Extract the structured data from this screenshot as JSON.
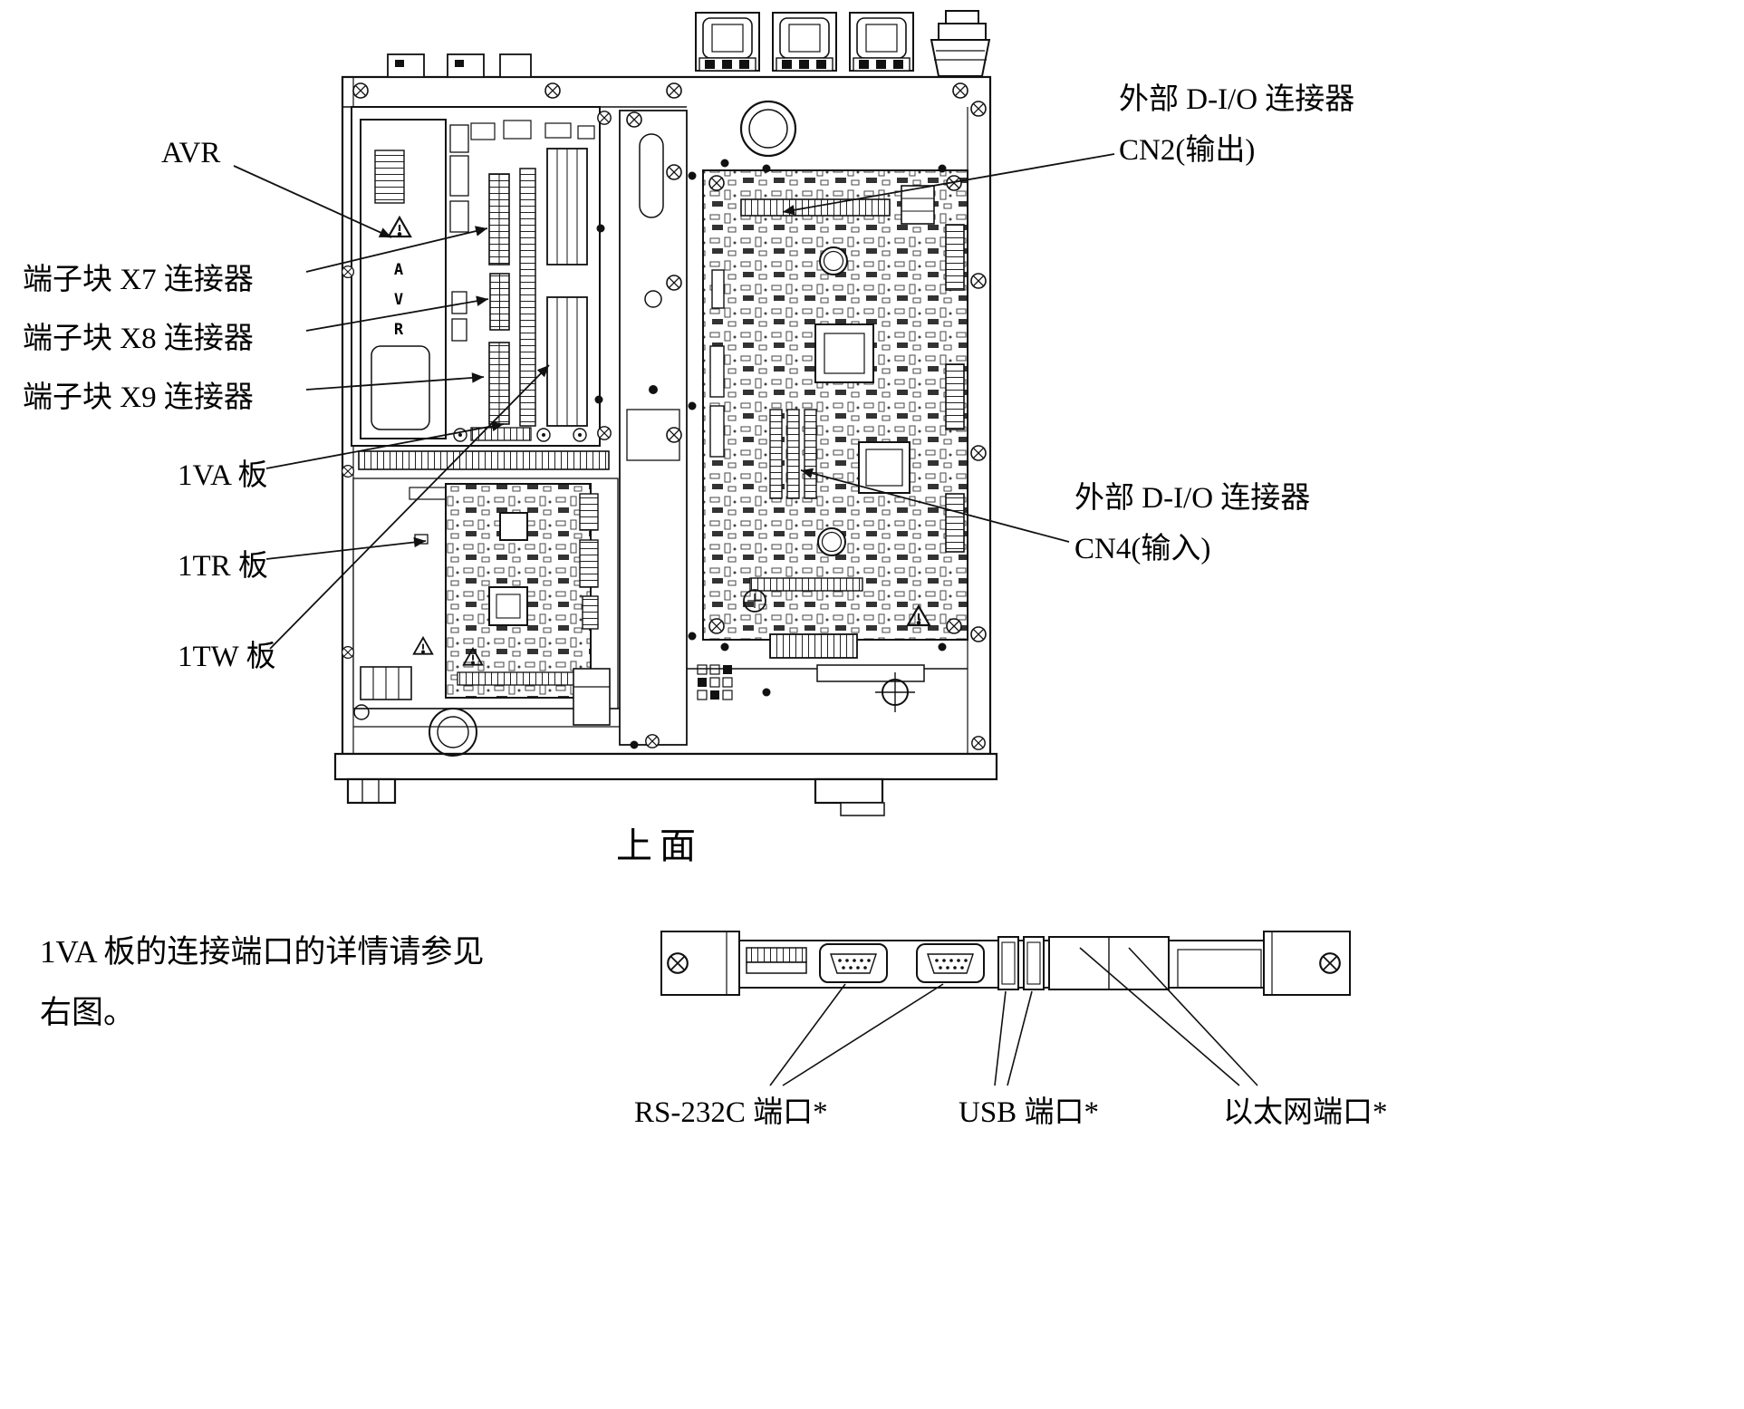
{
  "figure": {
    "caption_top_view": "上面",
    "note_line1": "1VA 板的连接端口的详情请参见",
    "note_line2": "右图。"
  },
  "callouts": {
    "avr": "AVR",
    "x7": "端子块 X7 连接器",
    "x8": "端子块 X8 连接器",
    "x9": "端子块 X9 连接器",
    "board_1va": "1VA 板",
    "board_1tr": "1TR 板",
    "board_1tw": "1TW 板",
    "cn2_line1": "外部 D-I/O 连接器",
    "cn2_line2": "CN2(输出)",
    "cn4_line1": "外部 D-I/O 连接器",
    "cn4_line2": "CN4(输入)",
    "rs232c": "RS-232C 端口*",
    "usb": "USB 端口*",
    "ethernet": "以太网端口*"
  },
  "diagram_text": {
    "avr_marking": "AVR"
  },
  "colors": {
    "line": "#111111",
    "background": "#ffffff"
  }
}
